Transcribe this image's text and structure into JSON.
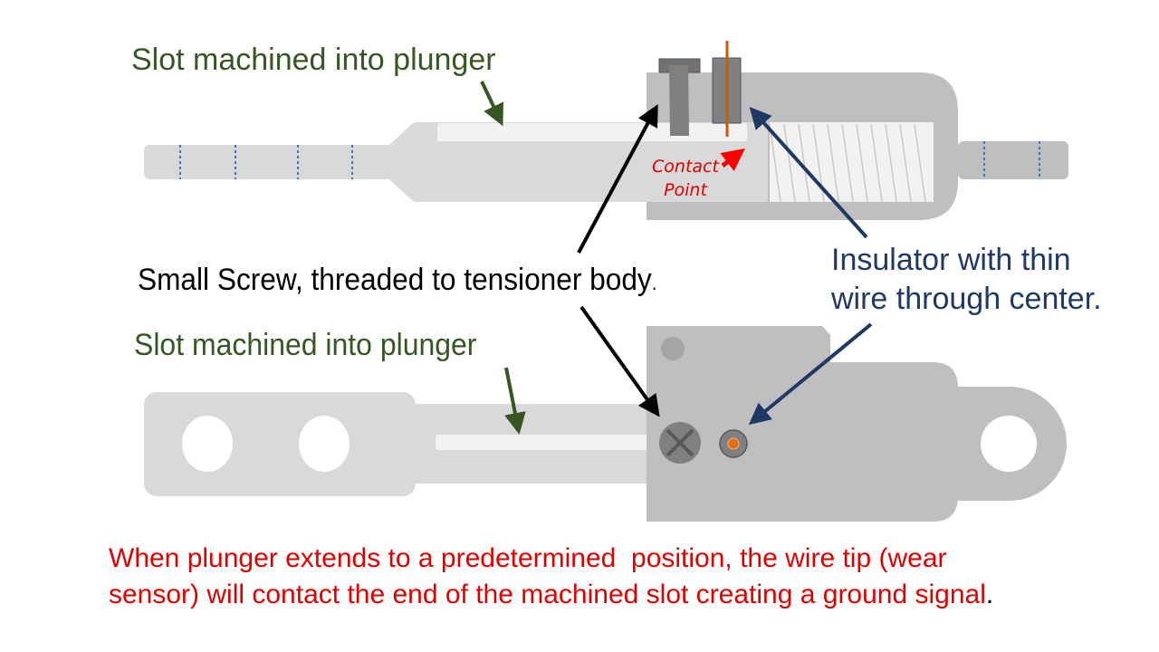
{
  "labels": {
    "slot_top": "Slot machined into plunger",
    "slot_bottom": "Slot machined into plunger",
    "screw": "Small Screw, threaded to tensioner body",
    "screw_period": ".",
    "insulator_line1": "Insulator with thin",
    "insulator_line2": "wire through center.",
    "contact_line1": "Contact",
    "contact_line2": "Point"
  },
  "note": {
    "line1": "When plunger extends to a predetermined  position, the wire tip (wear",
    "line2": "sensor) will contact the end of the machined slot creating a ground signal",
    "end_period": "."
  },
  "colors": {
    "slot_label": "#375623",
    "insulator_label": "#1f3864",
    "note_text": "#e00000",
    "wire": "#c55a11",
    "body": "#bfbfbf",
    "plunger": "#d9d9d9",
    "slot": "#f2f2f2"
  }
}
